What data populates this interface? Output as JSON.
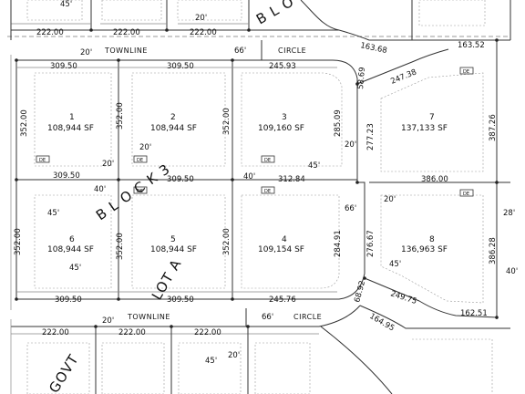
{
  "streets": {
    "north": "TOWNLINE",
    "north_circle": "CIRCLE",
    "south": "TOWNLINE",
    "south_circle": "CIRCLE",
    "row_width": "66'"
  },
  "block": {
    "top_letters": "B L O",
    "mid_word": "B L O C K  3",
    "lot_word": "LOT  A",
    "govt_word": "GOVT"
  },
  "lots": [
    {
      "num": "1",
      "area": "108,944 SF"
    },
    {
      "num": "2",
      "area": "108,944 SF"
    },
    {
      "num": "3",
      "area": "109,160 SF"
    },
    {
      "num": "4",
      "area": "109,154 SF"
    },
    {
      "num": "5",
      "area": "108,944 SF"
    },
    {
      "num": "6",
      "area": "108,944 SF"
    },
    {
      "num": "7",
      "area": "137,133 SF"
    },
    {
      "num": "8",
      "area": "136,963 SF"
    }
  ],
  "dims": {
    "top_45": "45'",
    "top_20": "20'",
    "top_r1": "222.00",
    "top_r2": "222.00",
    "top_r3": "222.00",
    "top_20b": "20'",
    "d163_68": "163.68",
    "d163_52": "163.52",
    "n_309_50a": "309.50",
    "n_309_50b": "309.50",
    "n_245_93": "245.93",
    "arc_58_69": "58.69",
    "d247_38": "247.38",
    "v352_a": "352.00",
    "v352_b": "352.00",
    "v352_c": "352.00",
    "v285_09": "285.09",
    "v277_23": "277.23",
    "v387_26": "387.26",
    "mid_20a": "20'",
    "mid_20b": "20'",
    "mid_20c": "20'",
    "mid_45": "45'",
    "m309_50a": "309.50",
    "m309_50b": "309.50",
    "m312_84": "312.84",
    "m386_00": "386.00",
    "m40a": "40'",
    "m40b": "40'",
    "m20d": "20'",
    "m66": "66'",
    "m28": "28'",
    "l45": "45'",
    "v352_d": "352.00",
    "v352_e": "352.00",
    "v352_f": "352.00",
    "v284_91": "284.91",
    "v276_67": "276.67",
    "v386_28": "386.28",
    "r40": "40'",
    "l45b": "45'",
    "l45c": "45'",
    "s309_50a": "309.50",
    "s309_50b": "309.50",
    "s245_76": "245.76",
    "arc_68_92": "68.92",
    "d249_75": "249.75",
    "d162_51": "162.51",
    "s20": "20'",
    "s66": "66'",
    "b222a": "222.00",
    "b222b": "222.00",
    "b222c": "222.00",
    "b20": "20'",
    "b45": "45'",
    "d164_95": "164.95"
  },
  "easement_tag": "DE"
}
